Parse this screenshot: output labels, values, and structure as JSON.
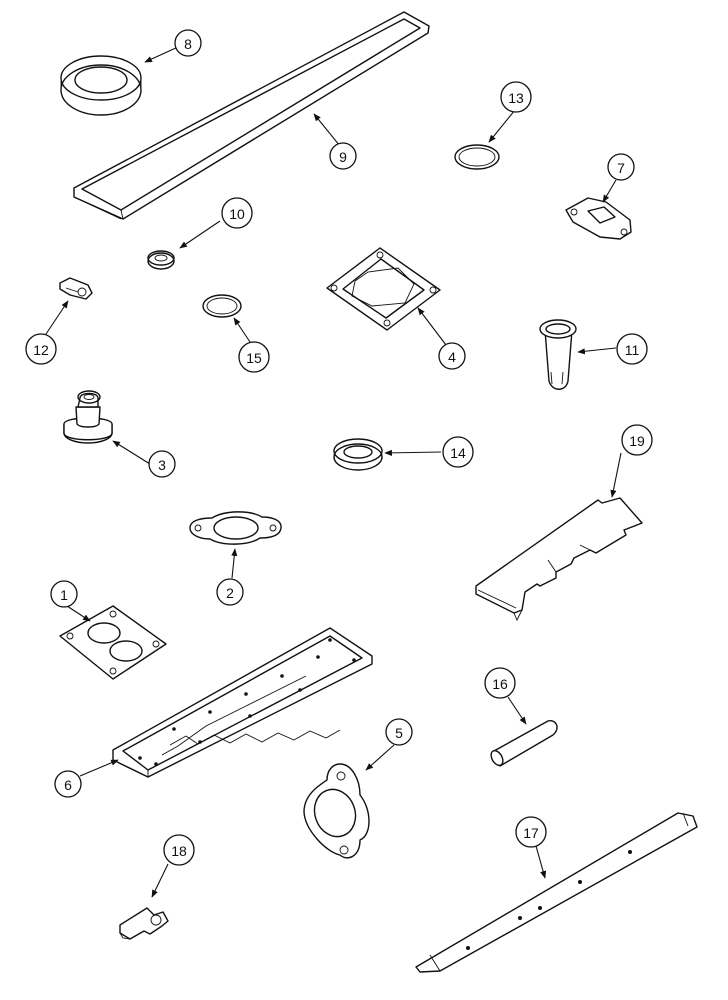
{
  "callouts": [
    {
      "id": "callout-1",
      "label": "1"
    },
    {
      "id": "callout-2",
      "label": "2"
    },
    {
      "id": "callout-3",
      "label": "3"
    },
    {
      "id": "callout-4",
      "label": "4"
    },
    {
      "id": "callout-5",
      "label": "5"
    },
    {
      "id": "callout-6",
      "label": "6"
    },
    {
      "id": "callout-7",
      "label": "7"
    },
    {
      "id": "callout-8",
      "label": "8"
    },
    {
      "id": "callout-9",
      "label": "9"
    },
    {
      "id": "callout-10",
      "label": "10"
    },
    {
      "id": "callout-11",
      "label": "11"
    },
    {
      "id": "callout-12",
      "label": "12"
    },
    {
      "id": "callout-13",
      "label": "13"
    },
    {
      "id": "callout-14",
      "label": "14"
    },
    {
      "id": "callout-15",
      "label": "15"
    },
    {
      "id": "callout-16",
      "label": "16"
    },
    {
      "id": "callout-17",
      "label": "17"
    },
    {
      "id": "callout-18",
      "label": "18"
    },
    {
      "id": "callout-19",
      "label": "19"
    }
  ]
}
